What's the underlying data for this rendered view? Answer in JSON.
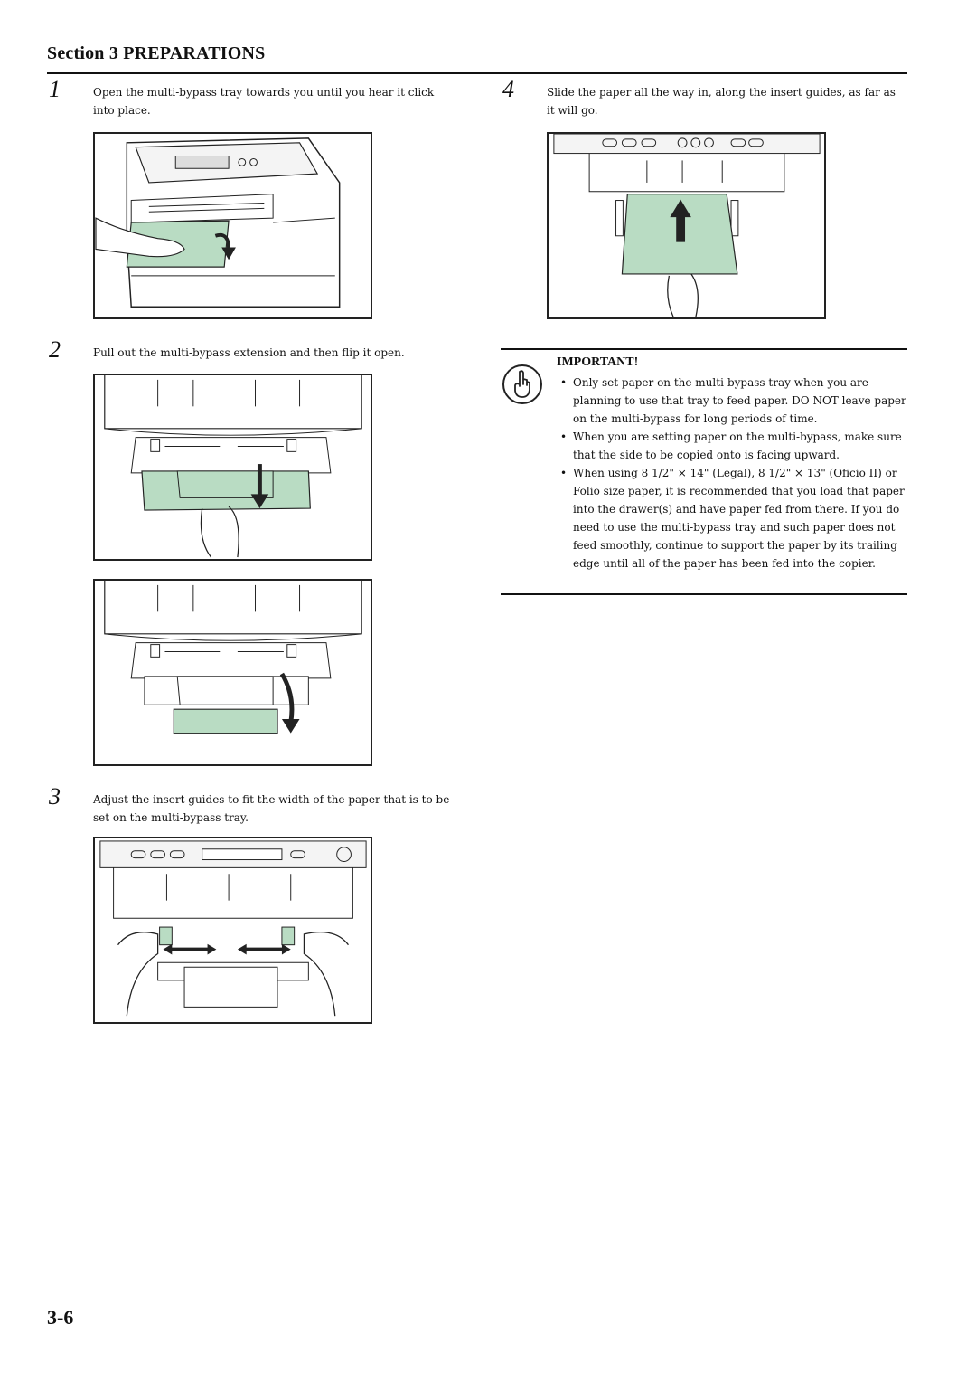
{
  "header": {
    "title": "Section 3  PREPARATIONS"
  },
  "steps": [
    {
      "num": "1",
      "text": "Open the multi-bypass tray towards you until you hear it click into place."
    },
    {
      "num": "2",
      "text": "Pull out the multi-bypass extension and then flip it open."
    },
    {
      "num": "3",
      "text": "Adjust the insert guides to fit the width of the paper that is to be set on the multi-bypass tray."
    },
    {
      "num": "4",
      "text": "Slide the paper all the way in, along the insert guides, as far as it will go."
    }
  ],
  "important": {
    "title": "IMPORTANT!",
    "icon": "pointing-hand-icon",
    "bullet": "•",
    "items": [
      "Only set paper on the multi-bypass tray when you are planning to use that tray to feed paper. DO NOT leave paper on the multi-bypass for long periods of time.",
      "When you are setting paper on the multi-bypass, make sure that the side to be copied onto is facing upward.",
      "When using 8 1/2\" × 14\" (Legal), 8 1/2\" × 13\" (Oficio II) or Folio size paper, it is recommended that you load that paper into the drawer(s) and have paper fed from there. If you do need to use the multi-bypass tray and such paper does not feed smoothly, continue to support the paper by its trailing edge until all of the paper has been fed into the copier."
    ]
  },
  "colors": {
    "tray_green": "#b9dcc3",
    "line": "#222222"
  },
  "page_number": "3-6"
}
